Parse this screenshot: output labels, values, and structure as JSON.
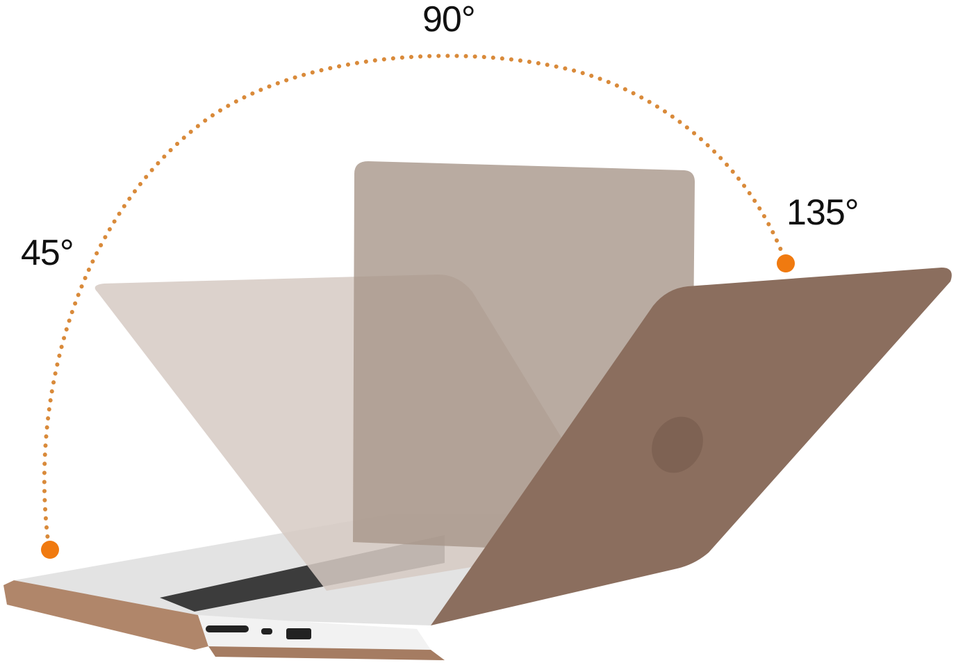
{
  "labels": {
    "angle_45": "45°",
    "angle_90": "90°",
    "angle_135": "135°"
  },
  "colors": {
    "arc_dots": "#D98A3A",
    "endpoint": "#F07A10",
    "lid_45": "#DDD3CD",
    "lid_90": "#B7A89C",
    "lid_135": "#8B6E5E",
    "case_edge": "#B0866A",
    "body": "#E4E4E4",
    "keys": "#3A3A3A"
  }
}
